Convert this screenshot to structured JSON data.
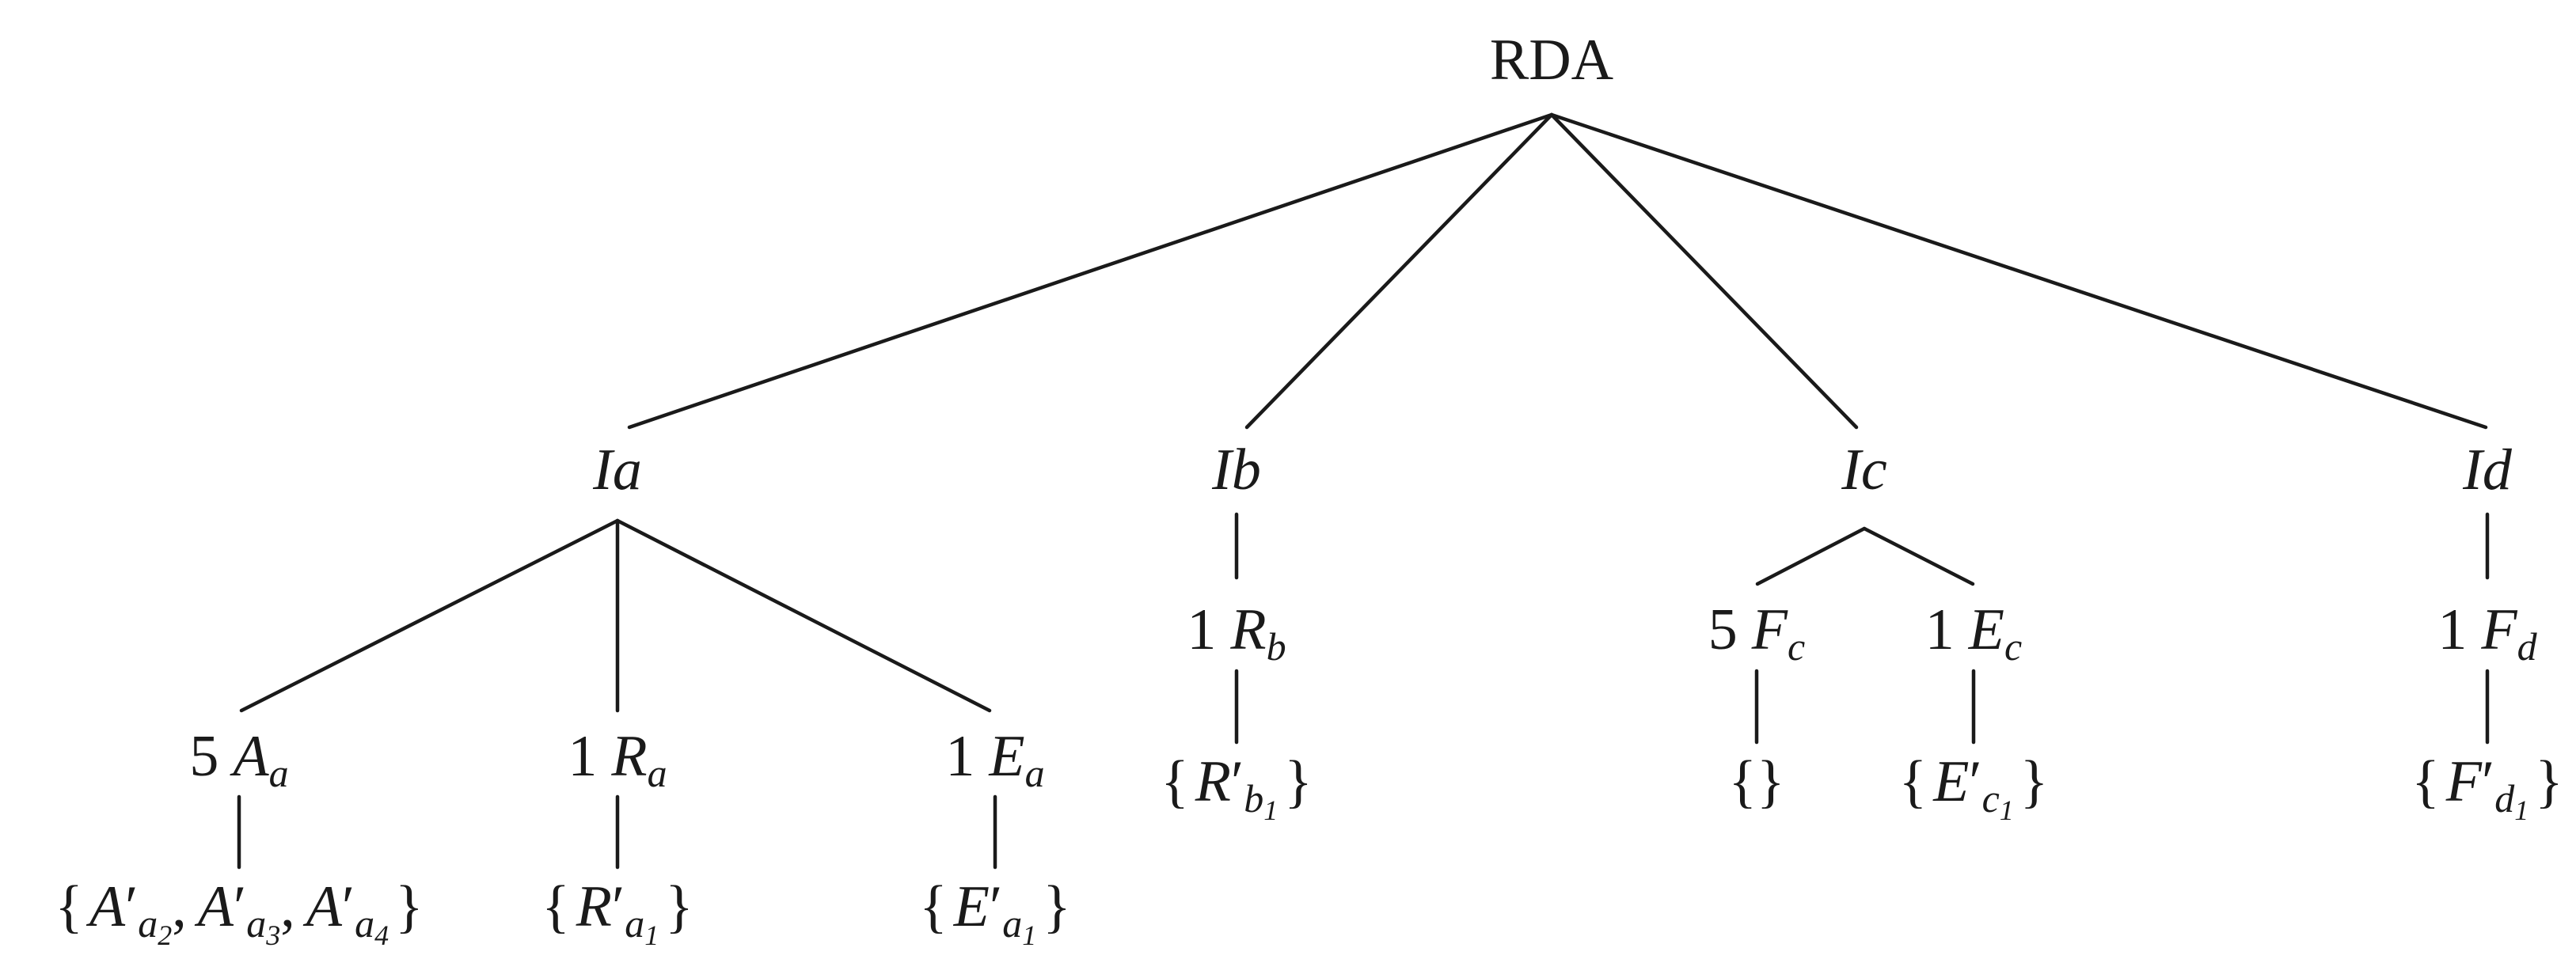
{
  "root": {
    "label": "RDA"
  },
  "branches": [
    {
      "label": "Ia",
      "main": "I",
      "letter": "a",
      "children": [
        {
          "count": "5",
          "symbol": "A",
          "sub": "a",
          "set": "{A′a2, A′a3, A′a4}"
        },
        {
          "count": "1",
          "symbol": "R",
          "sub": "a",
          "set": "{R′a1}"
        },
        {
          "count": "1",
          "symbol": "E",
          "sub": "a",
          "set": "{E′a1}"
        }
      ]
    },
    {
      "label": "Ib",
      "main": "I",
      "letter": "b",
      "children": [
        {
          "count": "1",
          "symbol": "R",
          "sub": "b",
          "set": "{R′b1}"
        }
      ]
    },
    {
      "label": "Ic",
      "main": "I",
      "letter": "c",
      "children": [
        {
          "count": "5",
          "symbol": "F",
          "sub": "c",
          "set": "{}"
        },
        {
          "count": "1",
          "symbol": "E",
          "sub": "c",
          "set": "{E′c1}"
        }
      ]
    },
    {
      "label": "Id",
      "main": "I",
      "letter": "d",
      "children": [
        {
          "count": "1",
          "symbol": "F",
          "sub": "d",
          "set": "{F′d1}"
        }
      ]
    }
  ],
  "glyphs": {
    "prime": "′",
    "open": "{",
    "close": "}",
    "comma": ","
  }
}
